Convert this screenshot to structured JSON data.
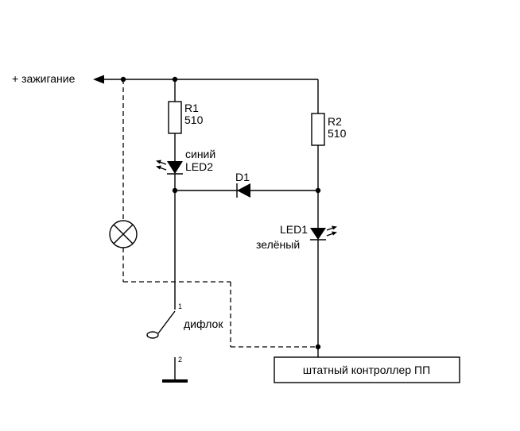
{
  "diagram": {
    "power": {
      "label": "+ зажигание"
    },
    "r1": {
      "name": "R1",
      "value": "510"
    },
    "r2": {
      "name": "R2",
      "value": "510"
    },
    "led2": {
      "color": "синий",
      "name": "LED2"
    },
    "d1": {
      "name": "D1"
    },
    "led1": {
      "name": "LED1",
      "color": "зелёный"
    },
    "switch": {
      "label": "дифлок",
      "pin_top": "1",
      "pin_bottom": "2"
    },
    "controller": {
      "label": "штатный контроллер ПП"
    },
    "colors": {
      "line": "#000000",
      "background": "#ffffff"
    }
  }
}
